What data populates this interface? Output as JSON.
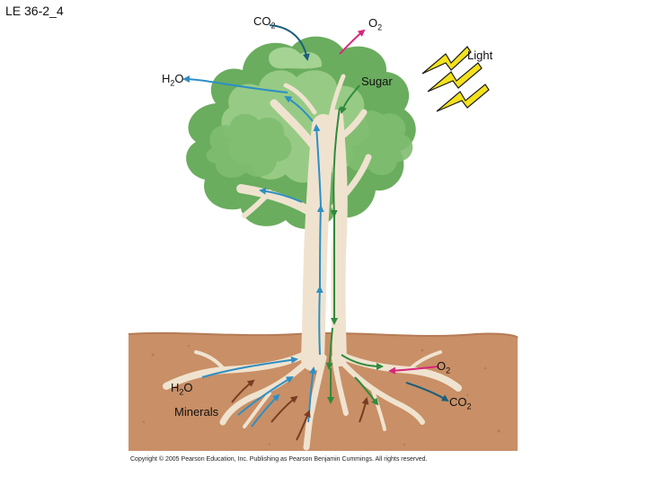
{
  "slide_id": "LE 36-2_4",
  "labels": {
    "co2_top": {
      "main": "CO",
      "sub": "2"
    },
    "o2_top": {
      "main": "O",
      "sub": "2"
    },
    "light": "Light",
    "h2o_top": {
      "main": "H",
      "sub": "2",
      "rest": "O"
    },
    "sugar": "Sugar",
    "o2_soil": {
      "main": "O",
      "sub": "2"
    },
    "h2o_soil": {
      "main": "H",
      "sub": "2",
      "rest": "O"
    },
    "minerals": "Minerals",
    "co2_soil": {
      "main": "CO",
      "sub": "2"
    }
  },
  "copyright": "Copyright © 2005 Pearson Education, Inc. Publishing as Pearson Benjamin Cummings. All rights reserved.",
  "colors": {
    "soil": "#c98f66",
    "soil_dark": "#8a4a2a",
    "canopy": "#6aad5e",
    "canopy_light": "#9fd08c",
    "trunk": "#efe3cf",
    "water_arrow": "#2e8fc4",
    "sugar_arrow": "#2f8a3c",
    "co2_arrow": "#1d5f7a",
    "o2_arrow": "#d7287c",
    "mineral_arrow": "#7a3b22",
    "light_bolt": "#f3e21b"
  }
}
